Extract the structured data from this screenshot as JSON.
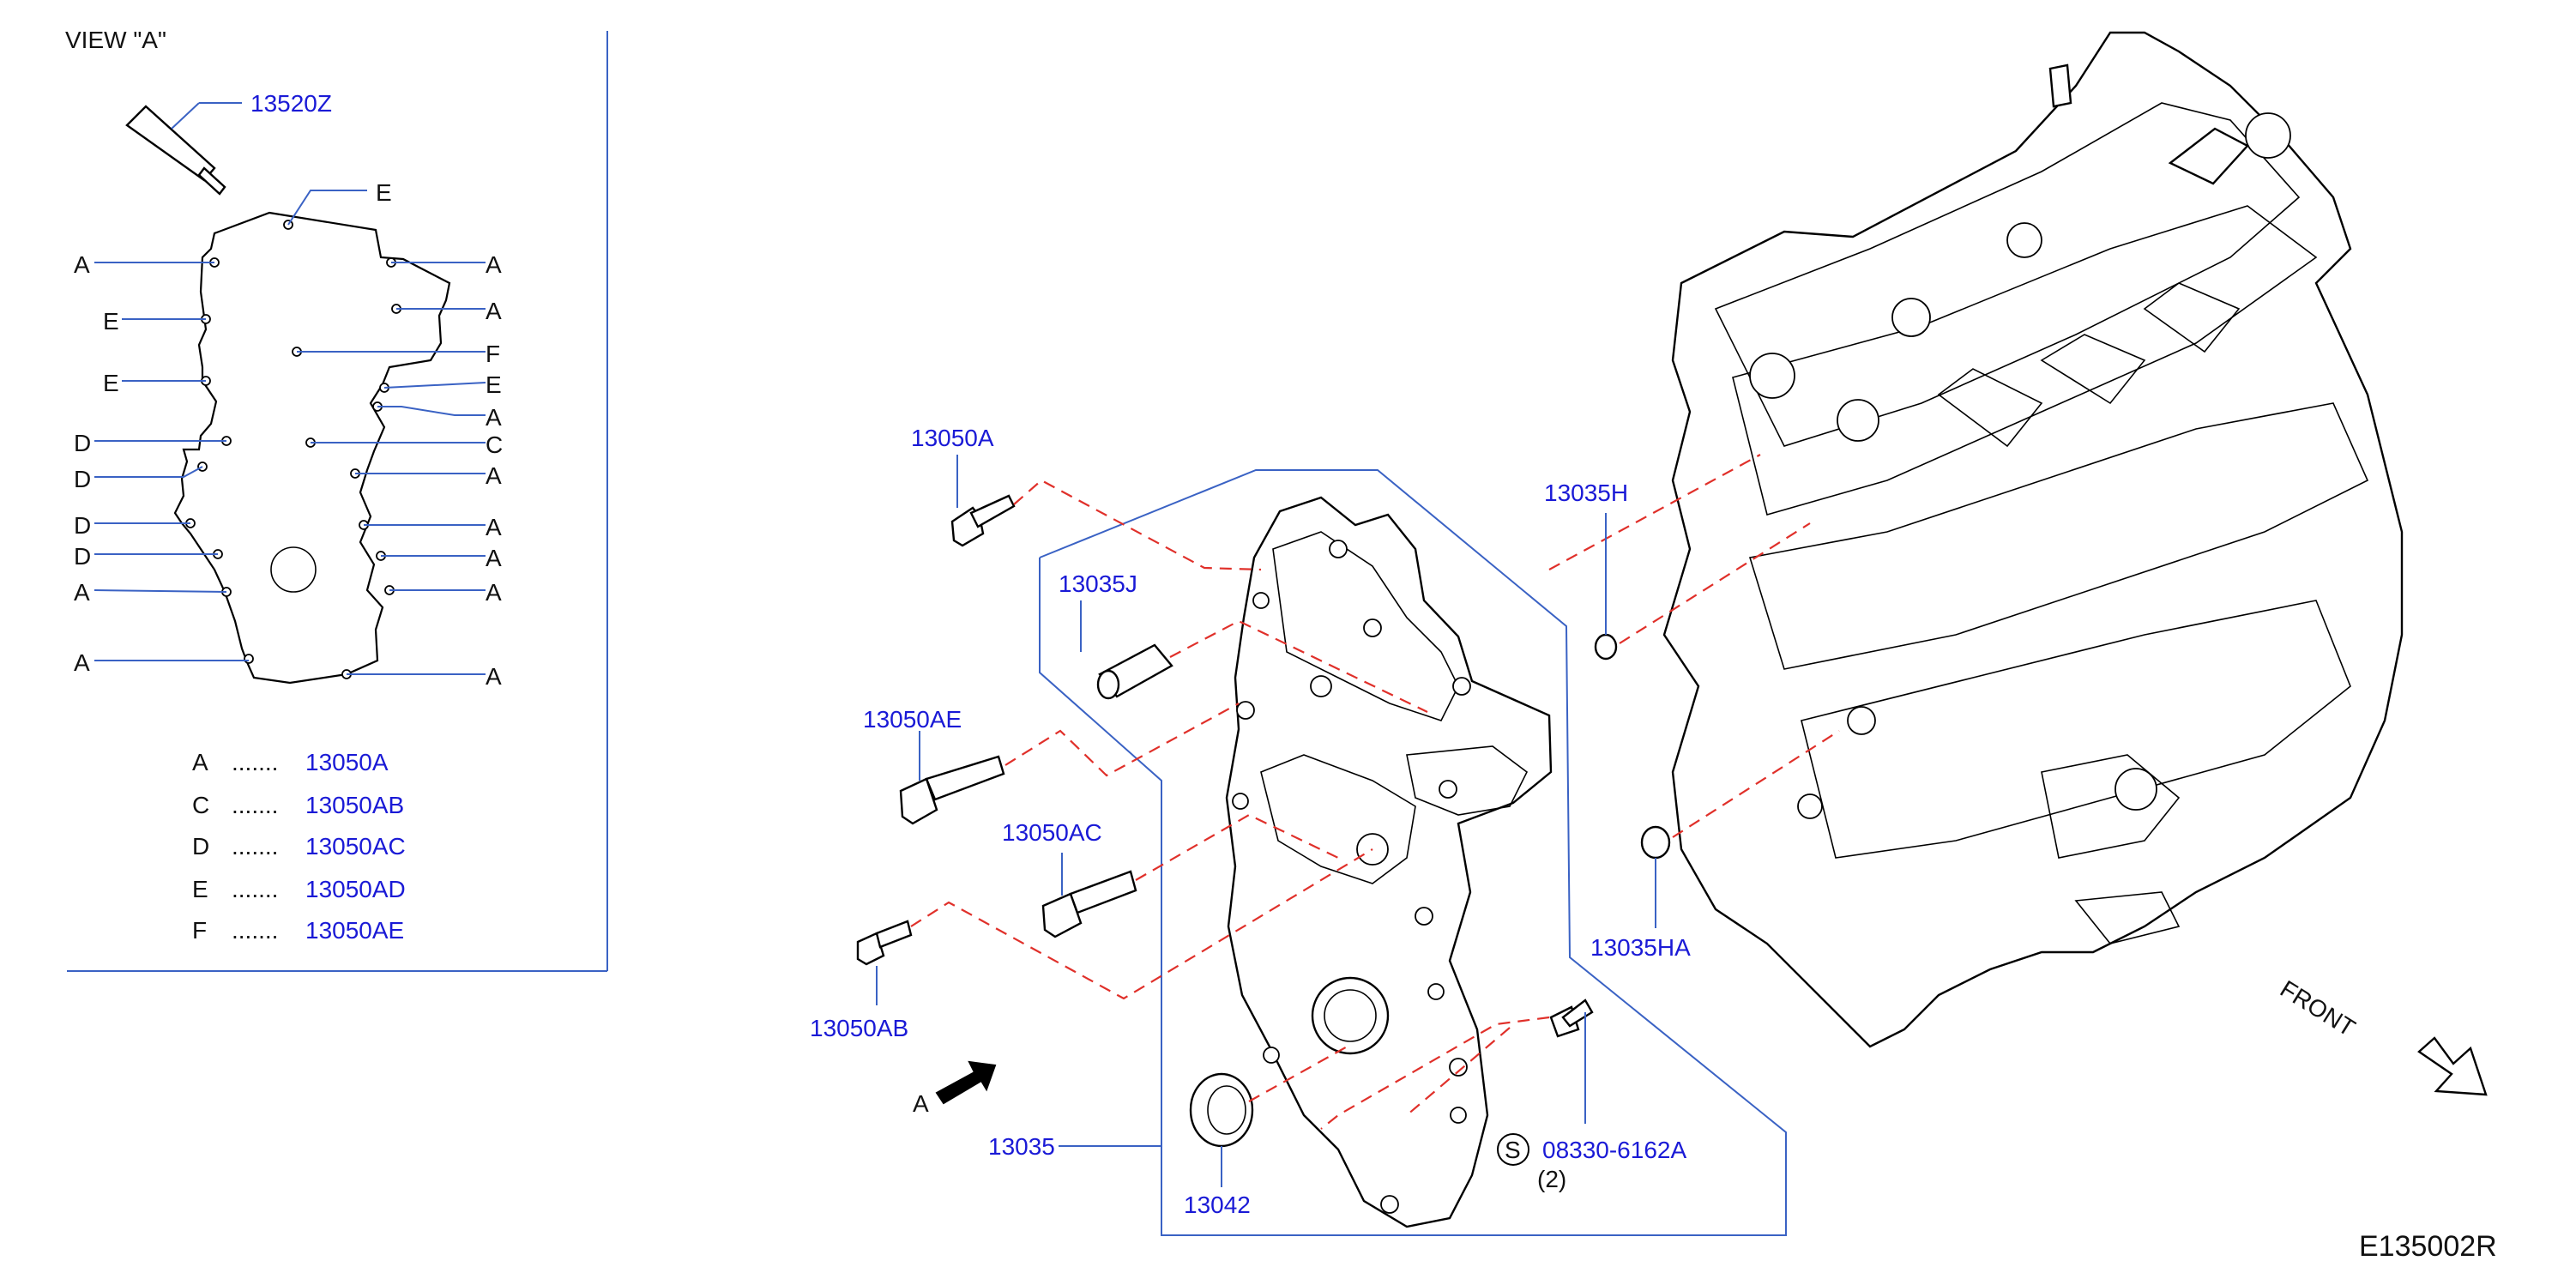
{
  "view_panel": {
    "title": "VIEW   \"A\"",
    "sealant_part": "13520Z",
    "gasket_letters_left": [
      "A",
      "E",
      "E",
      "D",
      "D",
      "D",
      "D",
      "A",
      "A"
    ],
    "gasket_letters_right": [
      "E",
      "A",
      "A",
      "F",
      "E",
      "A",
      "C",
      "A",
      "A",
      "A",
      "A",
      "A"
    ],
    "legend": [
      {
        "letter": "A",
        "dots": ".......",
        "part": "13050A"
      },
      {
        "letter": "C",
        "dots": ".......",
        "part": "13050AB"
      },
      {
        "letter": "D",
        "dots": ".......",
        "part": "13050AC"
      },
      {
        "letter": "E",
        "dots": ".......",
        "part": "13050AD"
      },
      {
        "letter": "F",
        "dots": ".......",
        "part": "13050AE"
      }
    ]
  },
  "callouts": {
    "bolt_13050A": "13050A",
    "dowel_13035J": "13035J",
    "bolt_13050AE": "13050AE",
    "bolt_13050AC": "13050AC",
    "bolt_13050AB": "13050AB",
    "cover_13035": "13035",
    "seal_13042": "13042",
    "oring_13035H": "13035H",
    "oring_13035HA": "13035HA",
    "bolt_std": "08330-6162A",
    "bolt_std_qty": "(2)",
    "std_marker": "S",
    "view_arrow": "A"
  },
  "front_label": "FRONT",
  "diagram_code": "E135002R",
  "colors": {
    "callout_text": "#1a1ad6",
    "leader_line": "#3a62c4",
    "dashed_line": "#e0302a",
    "outline": "#000000"
  }
}
